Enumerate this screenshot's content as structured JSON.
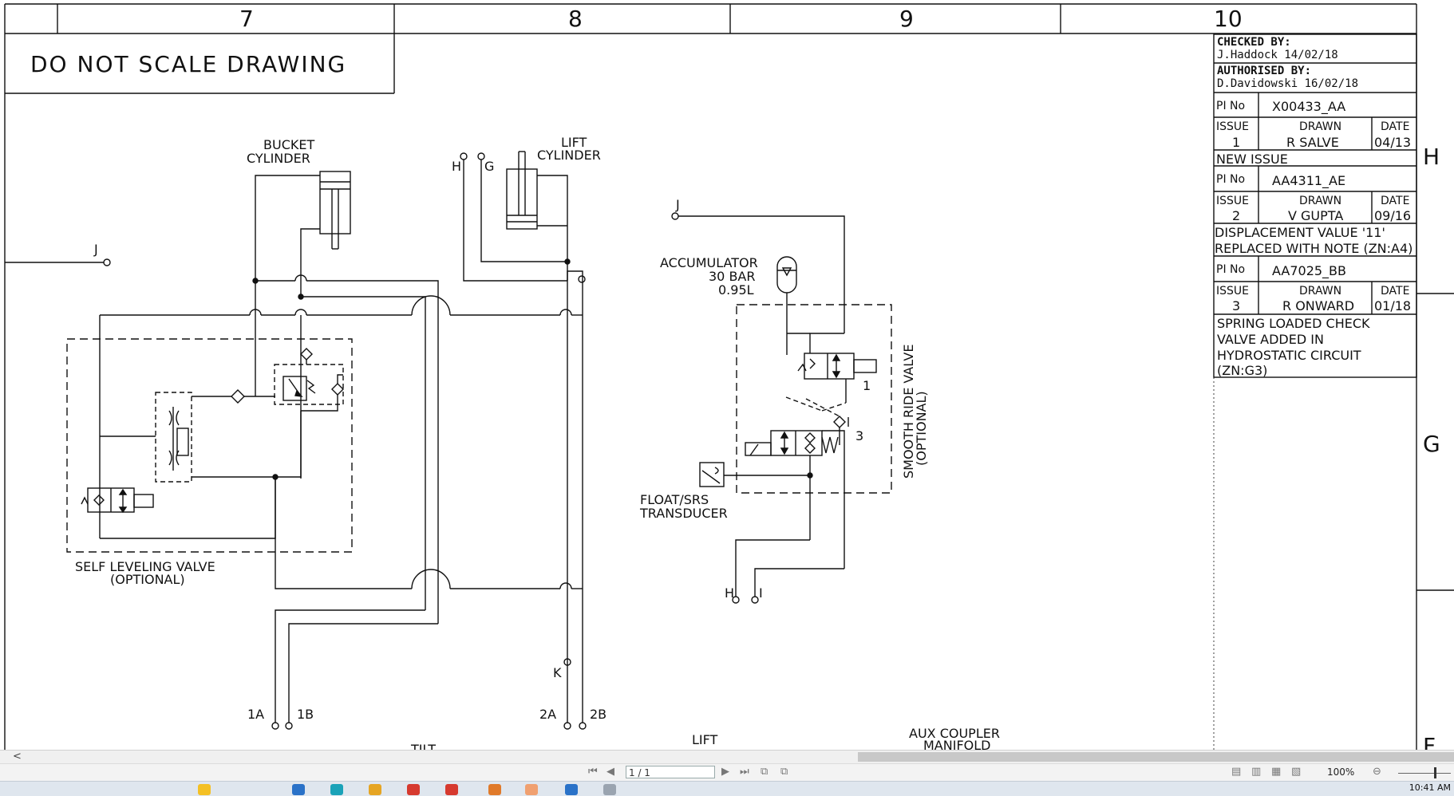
{
  "title_block": {
    "columns": [
      "7",
      "8",
      "9",
      "10"
    ],
    "row_markers": [
      "H",
      "G",
      "F"
    ],
    "note": "DO NOT SCALE DRAWING"
  },
  "revisions": {
    "checked_label": "CHECKED BY:",
    "checked_value": "J.Haddock 14/02/18",
    "authorised_label": "AUTHORISED BY:",
    "authorised_value": "D.Davidowski 16/02/18",
    "entries": [
      {
        "pi_label": "PI No",
        "pi_no": "X00433_AA",
        "issue_label": "ISSUE",
        "issue": "1",
        "drawn_label": "DRAWN",
        "drawn": "R SALVE",
        "date_label": "DATE",
        "date": "04/13",
        "desc_lines": [
          "NEW ISSUE"
        ]
      },
      {
        "pi_label": "PI No",
        "pi_no": "AA4311_AE",
        "issue_label": "ISSUE",
        "issue": "2",
        "drawn_label": "DRAWN",
        "drawn": "V GUPTA",
        "date_label": "DATE",
        "date": "09/16",
        "desc_lines": [
          "DISPLACEMENT VALUE '11'",
          "REPLACED WITH NOTE (ZN:A4)"
        ]
      },
      {
        "pi_label": "PI No",
        "pi_no": "AA7025_BB",
        "issue_label": "ISSUE",
        "issue": "3",
        "drawn_label": "DRAWN",
        "drawn": "R ONWARD",
        "date_label": "DATE",
        "date": "01/18",
        "desc_lines": [
          "SPRING LOADED CHECK",
          "VALVE ADDED IN",
          "HYDROSTATIC CIRCUIT",
          "(ZN:G3)"
        ]
      }
    ]
  },
  "labels": {
    "bucket_cylinder": [
      "BUCKET",
      "CYLINDER"
    ],
    "lift_cylinder": [
      "LIFT",
      "CYLINDER"
    ],
    "self_leveling": [
      "SELF LEVELING VALVE",
      "(OPTIONAL)"
    ],
    "accumulator": [
      "ACCUMULATOR",
      "30 BAR",
      "0.95L"
    ],
    "smooth_ride": [
      "SMOOTH RIDE VALVE",
      "(OPTIONAL)"
    ],
    "transducer": [
      "FLOAT/SRS",
      "TRANSDUCER"
    ],
    "aux_coupler": [
      "AUX COUPLER",
      "MANIFOLD"
    ],
    "tilt_partial": "TILT",
    "lift_partial": "LIFT",
    "ports": {
      "J": "J",
      "H": "H",
      "G": "G",
      "I": "I",
      "K": "K",
      "1A": "1A",
      "1B": "1B",
      "2A": "2A",
      "2B": "2B",
      "sol1": "1",
      "sol3": "3"
    }
  },
  "viewer": {
    "page_indicator": "1 / 1",
    "zoom": "100%",
    "clock": "10:41 AM",
    "scroll_left": "<"
  }
}
